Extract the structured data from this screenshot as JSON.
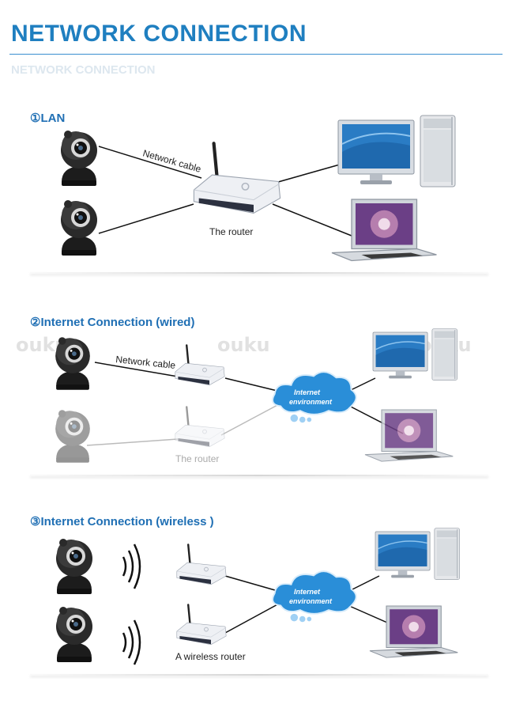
{
  "header": {
    "title": "NETWORK CONNECTION",
    "subtitle": "NETWORK CONNECTION"
  },
  "sections": [
    {
      "title": "①LAN",
      "labels": {
        "cable": "Network cable",
        "router": "The router"
      }
    },
    {
      "title": "②Internet Connection (wired)",
      "labels": {
        "cable": "Network cable",
        "router": "The router",
        "cloud_line1": "Internet",
        "cloud_line2": "environment"
      }
    },
    {
      "title": "③Internet Connection (wireless )",
      "labels": {
        "router": "A wireless router",
        "cloud_line1": "Internet",
        "cloud_line2": "environment"
      }
    }
  ],
  "watermarks": [
    "ouku",
    "ouku",
    "ouku"
  ],
  "colors": {
    "title": "#1f7fc0",
    "section_title": "#1f6fb4",
    "cloud": "#2a8ed8",
    "camera": "#1a1a1a"
  }
}
